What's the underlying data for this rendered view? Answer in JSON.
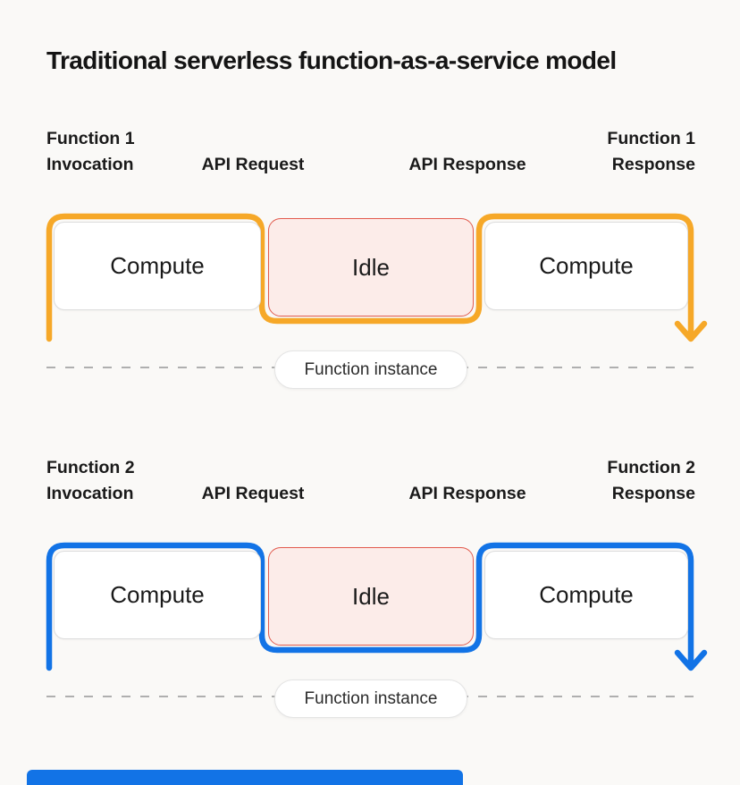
{
  "title": "Traditional serverless function-as-a-service model",
  "colors": {
    "background": "#FAF9F7",
    "text": "#161616",
    "function1_line": "#F6A828",
    "function2_line": "#1273E6",
    "compute_box_fill": "#FFFFFF",
    "compute_box_border": "#DCDCDC",
    "idle_box_fill": "#FCECE9",
    "idle_box_border": "#E25B4E",
    "dash_line": "#AFAFAF",
    "pill_border": "#E4E4E4",
    "bottom_bar": "#1273E6"
  },
  "rows": [
    {
      "line_color": "#F6A828",
      "labels": {
        "invocation_top": "Function 1",
        "invocation_bottom": "Invocation",
        "api_request": "API Request",
        "api_response": "API Response",
        "response_top": "Function 1",
        "response_bottom": "Response"
      },
      "boxes": [
        {
          "label": "Compute",
          "type": "compute"
        },
        {
          "label": "Idle",
          "type": "idle"
        },
        {
          "label": "Compute",
          "type": "compute"
        }
      ],
      "instance_pill": "Function instance"
    },
    {
      "line_color": "#1273E6",
      "labels": {
        "invocation_top": "Function 2",
        "invocation_bottom": "Invocation",
        "api_request": "API Request",
        "api_response": "API Response",
        "response_top": "Function 2",
        "response_bottom": "Response"
      },
      "boxes": [
        {
          "label": "Compute",
          "type": "compute"
        },
        {
          "label": "Idle",
          "type": "idle"
        },
        {
          "label": "Compute",
          "type": "compute"
        }
      ],
      "instance_pill": "Function instance"
    }
  ]
}
